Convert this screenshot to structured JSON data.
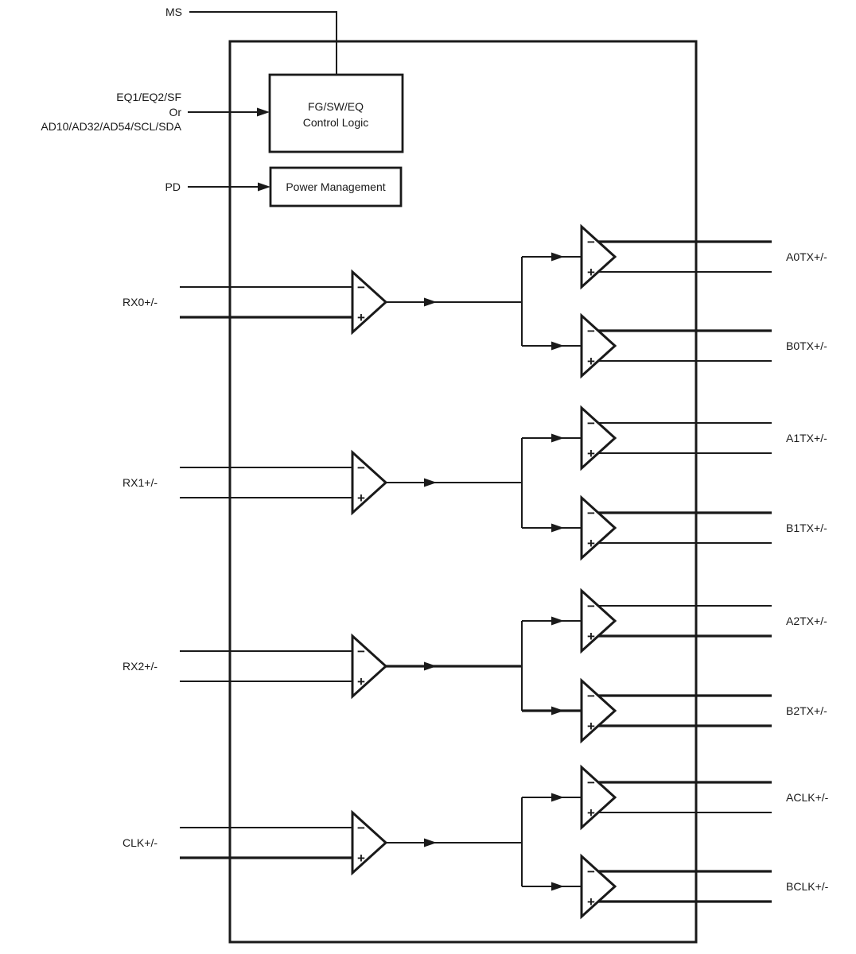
{
  "colors": {
    "ink": "#1a1a1a",
    "background": "#ffffff"
  },
  "control_logic": {
    "ms_label": "MS",
    "eq_label_line1": "EQ1/EQ2/SF",
    "eq_label_line2": "Or",
    "eq_label_line3": "AD10/AD32/AD54/SCL/SDA",
    "pd_label": "PD",
    "box_line1": "FG/SW/EQ",
    "box_line2": "Control Logic",
    "power_box_label": "Power Management"
  },
  "amp_symbols": {
    "minus": "−",
    "plus": "+"
  },
  "channels": [
    {
      "input_label": "RX0+/-",
      "output_a_label": "A0TX+/-",
      "output_b_label": "B0TX+/-"
    },
    {
      "input_label": "RX1+/-",
      "output_a_label": "A1TX+/-",
      "output_b_label": "B1TX+/-"
    },
    {
      "input_label": "RX2+/-",
      "output_a_label": "A2TX+/-",
      "output_b_label": "B2TX+/-"
    },
    {
      "input_label": "CLK+/-",
      "output_a_label": "ACLK+/-",
      "output_b_label": "BCLK+/-"
    }
  ]
}
